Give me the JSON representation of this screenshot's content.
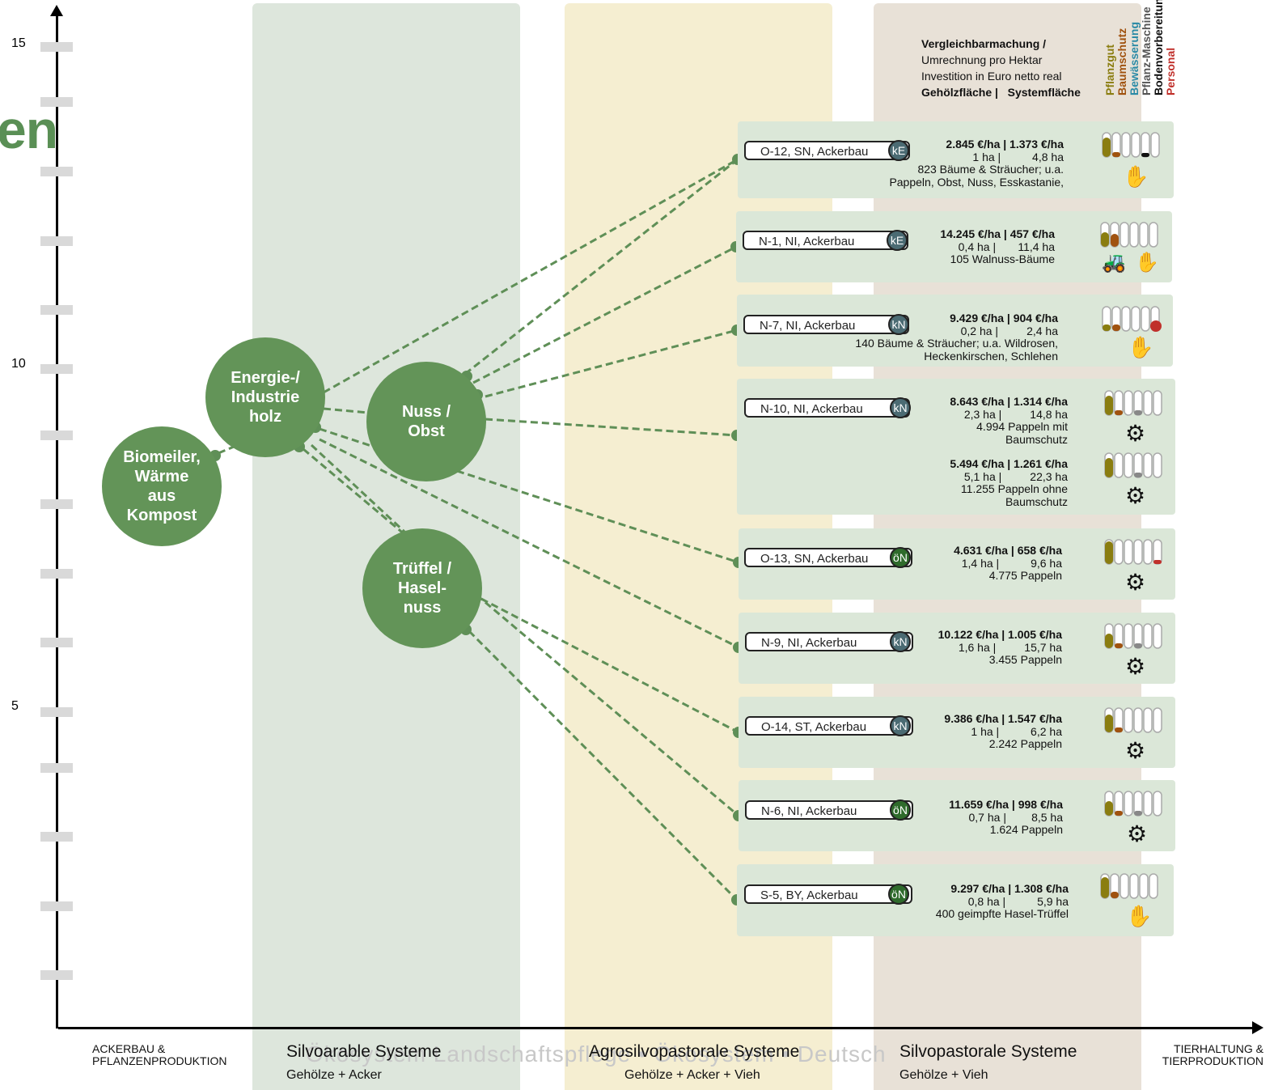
{
  "y_axis": {
    "ticks": [
      {
        "label": "15"
      },
      {
        "label": "10"
      },
      {
        "label": "5"
      }
    ]
  },
  "title_fragment": "en",
  "bubbles": {
    "biomeiler": "Biomeiler,\nWärme\naus\nKompost",
    "energie": "Energie-/\nIndustrie\nholz",
    "nuss": "Nuss /\nObst",
    "trueffel": "Trüffel /\nHasel-\nnuss"
  },
  "header": {
    "line1": "Vergleichbarmachung /",
    "line2": "Umrechnung pro Hektar",
    "line3": "Investition in Euro netto real",
    "line4a": "Gehölzfläche |",
    "line4b": "Systemfläche"
  },
  "legend": [
    {
      "label": "Pflanzgut",
      "color": "#8a7d10"
    },
    {
      "label": "Baumschutz",
      "color": "#a0520f"
    },
    {
      "label": "Bewässerung",
      "color": "#2a8aa6"
    },
    {
      "label": "Pflanz-Maschine",
      "color": "#666666"
    },
    {
      "label": "Bodenvorbereitung",
      "color": "#111111"
    },
    {
      "label": "Personal",
      "color": "#c0302b"
    }
  ],
  "entries": [
    {
      "label": "O-12, SN, Ackerbau",
      "badge": "kE",
      "lines": [
        "2.845 €/ha | 1.373 €/ha",
        "1 ha |          4,8 ha",
        "823 Bäume & Sträucher; u.a.",
        "Pappeln, Obst, Nuss, Esskastanie,"
      ],
      "icons": "hand"
    },
    {
      "label": "N-1, NI, Ackerbau",
      "badge": "kE",
      "lines": [
        "14.245 €/ha | 457 €/ha",
        "0,4 ha |       11,4 ha",
        "105 Walnuss-Bäume"
      ],
      "icons": "machine-hand"
    },
    {
      "label": "N-7, NI, Ackerbau",
      "badge": "kN",
      "lines": [
        "9.429 €/ha | 904 €/ha",
        "0,2 ha |         2,4 ha",
        "140 Bäume & Sträucher; u.a. Wildrosen,",
        "Heckenkirschen, Schlehen"
      ],
      "icons": "hand"
    },
    {
      "label": "N-10, NI, Ackerbau",
      "badge": "kN",
      "lines": [
        "8.643 €/ha | 1.314 €/ha",
        "2,3 ha |         14,8 ha",
        "4.994 Pappeln mit",
        "Baumschutz"
      ],
      "lines2": [
        "5.494 €/ha | 1.261 €/ha",
        "5,1 ha |         22,3 ha",
        "11.255 Pappeln ohne",
        "Baumschutz"
      ],
      "icons": "gear"
    },
    {
      "label": "O-13, SN, Ackerbau",
      "badge": "öN",
      "lines": [
        "4.631 €/ha | 658 €/ha",
        "1,4 ha |          9,6 ha",
        "4.775 Pappeln"
      ],
      "icons": "gear"
    },
    {
      "label": "N-9, NI, Ackerbau",
      "badge": "kN",
      "lines": [
        "10.122 €/ha | 1.005 €/ha",
        "1,6 ha |         15,7 ha",
        "3.455 Pappeln"
      ],
      "icons": "gear"
    },
    {
      "label": "O-14, ST, Ackerbau",
      "badge": "kN",
      "lines": [
        "9.386 €/ha | 1.547 €/ha",
        "1 ha |          6,2 ha",
        "2.242 Pappeln"
      ],
      "icons": "gear"
    },
    {
      "label": "N-6, NI, Ackerbau",
      "badge": "öN",
      "lines": [
        "11.659 €/ha | 998 €/ha",
        "0,7 ha |        8,5 ha",
        "1.624 Pappeln"
      ],
      "icons": "gear"
    },
    {
      "label": "S-5, BY, Ackerbau",
      "badge": "öN",
      "lines": [
        "9.297 €/ha | 1.308 €/ha",
        "0,8 ha |          5,9 ha",
        "400 geimpfte Hasel-Trüffel"
      ],
      "icons": "hand"
    }
  ],
  "footer": {
    "left": "ACKERBAU &\nPFLANZENPRODUKTION",
    "right": "TIERHALTUNG &\nTIERPRODUKTION",
    "systems": [
      {
        "name": "Silvoarable Systeme",
        "sub": "Gehölze + Acker"
      },
      {
        "name": "Agrosilvopastorale Systeme",
        "sub": "Gehölze + Acker + Vieh"
      },
      {
        "name": "Silvopastorale Systeme",
        "sub": "Gehölze + Vieh"
      }
    ],
    "watermark": "Ökosystem Landschaftspflege • Ökosystem • Deutsch"
  }
}
